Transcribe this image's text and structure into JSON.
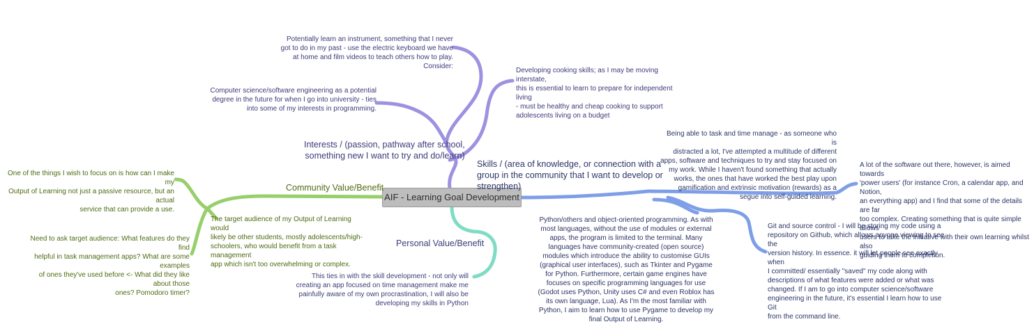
{
  "central": {
    "label": "AIF - Learning Goal Development"
  },
  "colors": {
    "interests": "#9d92e0",
    "interests_text": "#3d3a7a",
    "skills": "#7e9fe8",
    "skills_text": "#2b3566",
    "community": "#98cf6a",
    "community_text": "#4d6b12",
    "personal": "#7fdcc4",
    "personal_text": "#3b3f78",
    "central_bg": "#bdbdbd"
  },
  "branches": {
    "interests": {
      "label_lines": [
        "Interests / (passion, pathway after school,",
        "something new I want to try and do/learn)"
      ],
      "nodes": [
        {
          "lines": [
            "Potentially learn an instrument, something that I never",
            "got to do in my past - use the electric keyboard we have",
            "at home and film videos to teach others how to play.",
            "Consider:"
          ]
        },
        {
          "lines": [
            "Computer science/software engineering as a potential",
            "degree in the future for when I go into university - ties",
            "into some of my interests in programming."
          ]
        },
        {
          "lines": [
            "Developing cooking skills; as I may be moving interstate,",
            "this is essential to learn to prepare for independent living",
            "- must be healthy and cheap cooking to support",
            "adolescents living on a budget"
          ]
        }
      ]
    },
    "skills": {
      "label_lines": [
        "Skills / (area of knowledge, or connection with a",
        "group in the community that I want to develop or",
        "strengthen)"
      ],
      "nodes": [
        {
          "lines": [
            "Being able to task and time manage - as someone who is",
            "distracted a lot, I've attempted a multitude of different",
            "apps, software and techniques to try and stay focused on",
            "my work. While I haven't found something that actually",
            "works, the ones that have worked the best play upon",
            "gamification and extrinsic motivation (rewards) as a",
            "segue into self-guided learning."
          ]
        },
        {
          "lines": [
            "A lot of the software out there, however, is aimed towards",
            "'power users' (for instance Cron, a calendar app, and Notion,",
            "an everything app) and I find that some of the details are far",
            "too complex. Creating something that is quite simple allows",
            "users to take the initiative with their own learning whilst also",
            "guiding them to completion."
          ]
        },
        {
          "lines": [
            "Python/others and object-oriented programming. As with",
            "most languages, without the use of modules or external",
            "apps, the program is limited to the terminal. Many",
            "languages have community-created (open source)",
            "modules which introduce the ability to customise GUIs",
            "(graphical user interfaces), such as Tkinter and Pygame",
            "for Python. Furthermore, certain game engines have",
            "focuses on specific programming languages for use",
            "(Godot uses Python, Unity uses C# and even Roblox has",
            "its own language, Lua). As I'm the most familiar with",
            "Python, I aim to learn how to use Pygame to develop my",
            "final Output of Learning."
          ]
        },
        {
          "lines": [
            "Git and source control - I will be storing my code using a",
            "repository on Github, which allows anyone viewing to see the",
            "version history. In essence. it will let people see exactly when",
            "I committed/ essentially \"saved\" my code along with",
            "descriptions of what features were added or what was",
            "changed. If I am to go into computer science/software",
            "engineering in the future, it's essential I learn how to use Git",
            "from the command line."
          ]
        }
      ]
    },
    "community": {
      "label_lines": [
        "Community Value/Benefit"
      ],
      "nodes": [
        {
          "lines": [
            "One of the things I wish to focus on is how can I make my",
            "Output of Learning not just a passive resource, but an actual",
            "service that can provide a use."
          ]
        },
        {
          "lines": [
            "The target audience of my Output of Learning would",
            "likely be other students, mostly adolescents/high-",
            "schoolers, who would benefit from a task management",
            "app which isn't too overwhelming or complex."
          ]
        },
        {
          "lines": [
            "Need to ask target audience: What features do they find",
            "helpful in task management apps? What are some examples",
            "of ones they've used before <- What did they like about those",
            "ones? Pomodoro timer?"
          ]
        }
      ]
    },
    "personal": {
      "label_lines": [
        "Personal Value/Benefit"
      ],
      "nodes": [
        {
          "lines": [
            "This ties in with the skill development - not only will",
            "creating an app focused on time management make me",
            "painfully aware of my own procrastination, I will also be",
            "developing my skills in Python"
          ]
        }
      ]
    }
  }
}
